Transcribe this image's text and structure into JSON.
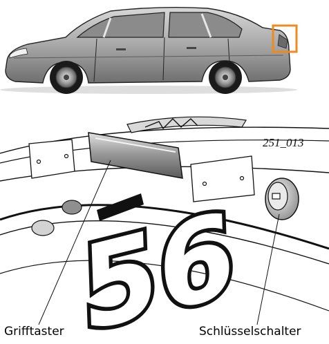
{
  "figure_code": "251_013",
  "plate": {
    "text": "56"
  },
  "labels": {
    "handle_button": "Grifftaster",
    "key_switch": "Schlüsselschalter"
  },
  "colors": {
    "highlight_frame": "#ef8a1d",
    "car_body": "#b3b3b3",
    "line": "#111111"
  },
  "icons": {
    "car": "sedan-side-view",
    "emblem": "vw-logo-icon"
  }
}
